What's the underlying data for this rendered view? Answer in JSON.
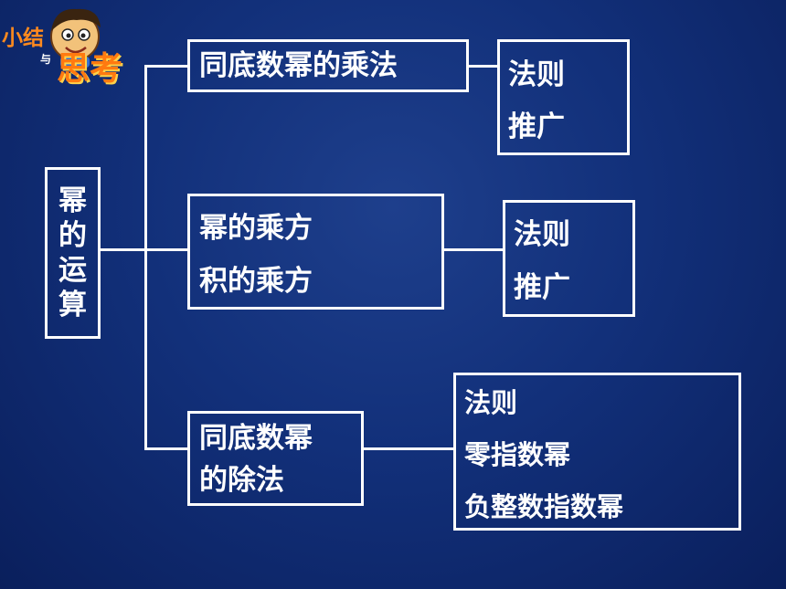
{
  "badge": {
    "left_text": "小结",
    "small_text": "与",
    "right_text": "思考"
  },
  "root": {
    "chars": [
      "幂",
      "的",
      "运",
      "算"
    ]
  },
  "branches": [
    {
      "topic_lines": [
        "同底数幂的乘法"
      ],
      "sub_lines": [
        "法则",
        "推广"
      ]
    },
    {
      "topic_lines": [
        "幂的乘方",
        "积的乘方"
      ],
      "sub_lines": [
        "法则",
        "推广"
      ]
    },
    {
      "topic_lines": [
        "同底数幂",
        "的除法"
      ],
      "sub_lines": [
        "法则",
        "零指数幂",
        "负整数指数幂"
      ]
    }
  ],
  "colors": {
    "background": "#12307a",
    "line": "#ffffff",
    "badge": "#ff8a1e"
  }
}
